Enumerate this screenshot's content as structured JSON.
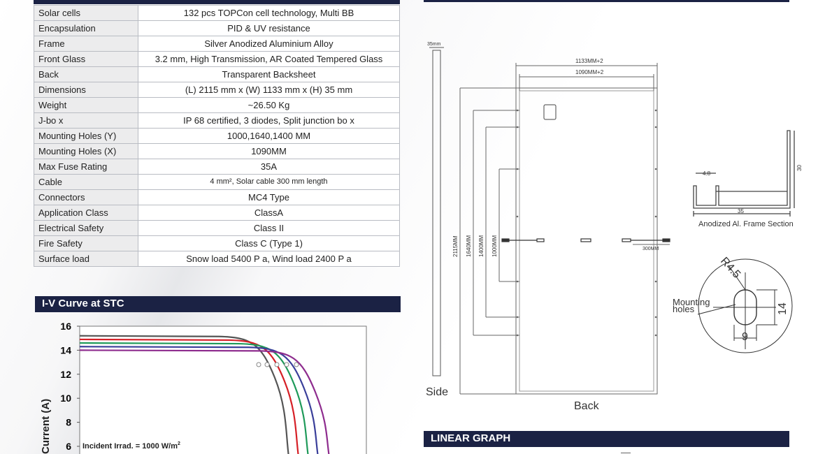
{
  "specs": {
    "rows": [
      {
        "label": "Solar cells",
        "value": "132 pcs TOPCon cell technology, Multi BB"
      },
      {
        "label": "Encapsulation",
        "value": "PID & UV resistance"
      },
      {
        "label": "Frame",
        "value": "Silver Anodized Aluminium  Alloy"
      },
      {
        "label": "Front Glass",
        "value": "3.2 mm, High Transmission, AR Coated Tempered Glass"
      },
      {
        "label": "Back",
        "value": "Transparent Backsheet"
      },
      {
        "label": "Dimensions",
        "value": "(L) 2115 mm x (W) 1133 mm x (H) 35 mm"
      },
      {
        "label": "Weight",
        "value": "~26.50 Kg"
      },
      {
        "label": "J-bo x",
        "value": "IP 68 certified, 3 diodes, Split junction bo x"
      },
      {
        "label": "Mounting Holes (Y)",
        "value": "1000,1640,1400 MM"
      },
      {
        "label": "Mounting Holes (X)",
        "value": "1090MM"
      },
      {
        "label": "Max Fuse Rating",
        "value": "35A"
      },
      {
        "label": "Cable",
        "value": "4 mm², Solar cable 300 mm length"
      },
      {
        "label": "Connectors",
        "value": "MC4 Type"
      },
      {
        "label": "Application Class",
        "value": "ClassA"
      },
      {
        "label": "Electrical Safety",
        "value": "Class II"
      },
      {
        "label": "Fire Safety",
        "value": "Class C (Type 1)"
      },
      {
        "label": "Surface load",
        "value": "Snow load 5400 P a, Wind load 2400 P a"
      }
    ]
  },
  "iv_curve": {
    "title": "I-V Curve at STC",
    "ylabel": "Current (A)",
    "annotation": "Incident Irrad. = 1000 W/m",
    "annotation_sup": "2",
    "y_ticks": [
      "16",
      "14",
      "12",
      "10",
      "8",
      "6"
    ],
    "series_colors": [
      "#555555",
      "#d62027",
      "#1f9a5a",
      "#3a3f9a",
      "#8e2c8e"
    ]
  },
  "drawing": {
    "side_label": "Side",
    "back_label": "Back",
    "side_thickness": "35mm",
    "width_outer": "1133MM+2",
    "width_inner": "1090MM+2",
    "length_total": "2115MM",
    "hole_1640": "1640MM",
    "hole_1400": "1400MM",
    "hole_1000": "1000MM",
    "cable_length": "300MM",
    "frame_dim_48": "4.8",
    "frame_dim_35": "35",
    "frame_dim_30": "30",
    "frame_caption": "Anodized Al. Frame Section",
    "hole_radius": "R4.5",
    "hole_height": "14",
    "hole_width": "9",
    "mounting_label_1": "Mounting",
    "mounting_label_2": "holes"
  },
  "linear": {
    "title": "LINEAR GRAPH"
  }
}
